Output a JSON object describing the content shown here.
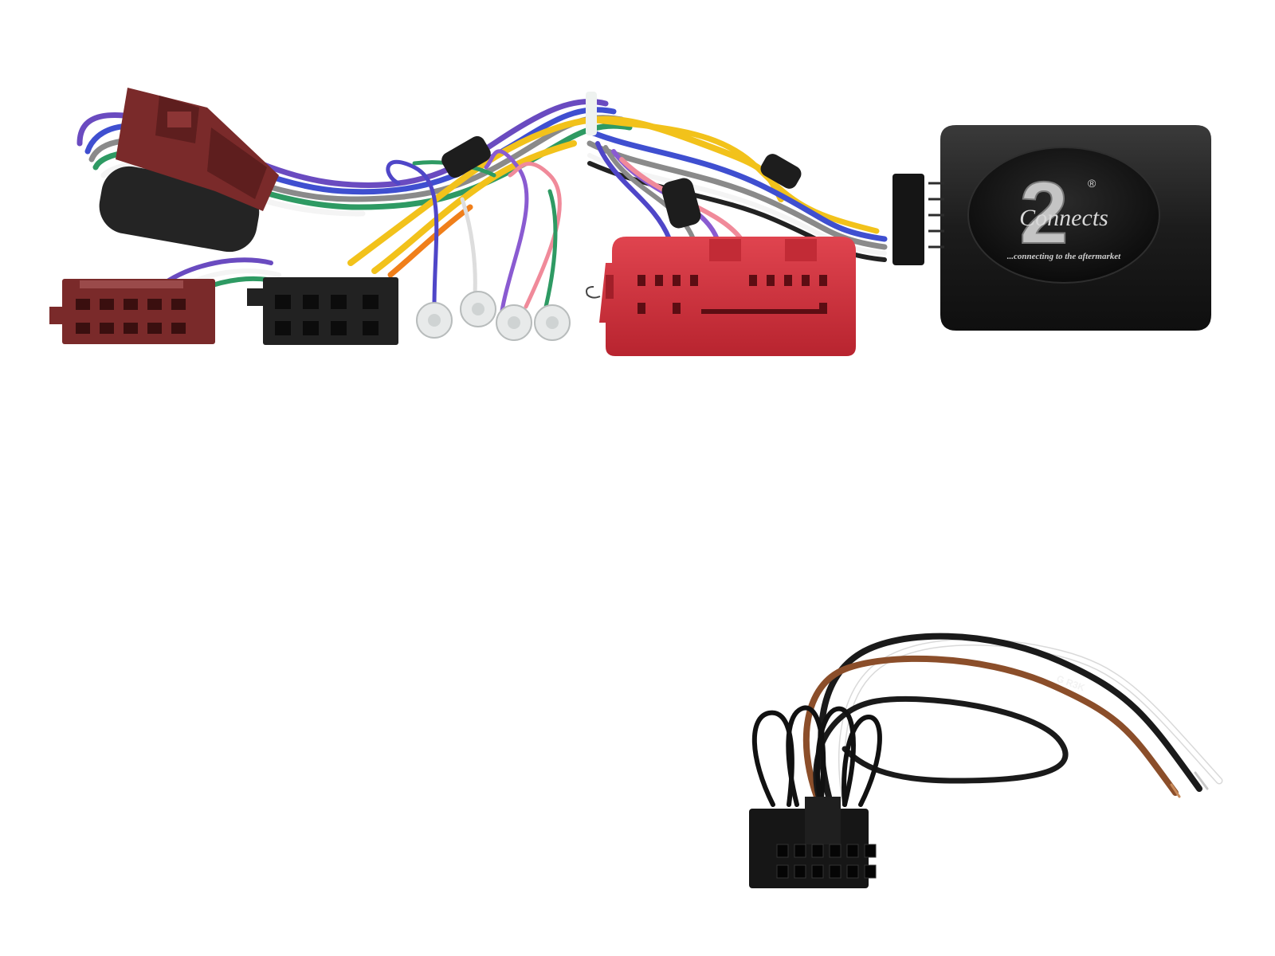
{
  "photo": {
    "background": "#ffffff"
  },
  "interface_module": {
    "brand_script": "Connects",
    "brand_numeral": "2",
    "registered_mark": "®",
    "tagline": "...connecting to the aftermarket",
    "body_color": "#1e1e1e",
    "emblem_color": "#b8b8b8"
  },
  "connectors": {
    "vehicle_connector_color": "#d4343f",
    "iso_connector_color": "#7a2a2a",
    "speaker_connector_color": "#222222",
    "pin_terminal_color": "#e8eaea"
  },
  "wire_colors": [
    "#f2c21b",
    "#4f46c8",
    "#2e9a63",
    "#8a5bd1",
    "#f08a9a",
    "#8a8a8a",
    "#f07f1a",
    "#ffffff",
    "#222222"
  ],
  "patch_lead": {
    "wire_colors": [
      "#ffffff",
      "#1a1a1a",
      "#8b4e2a"
    ],
    "wire_marking": "G R3K"
  }
}
